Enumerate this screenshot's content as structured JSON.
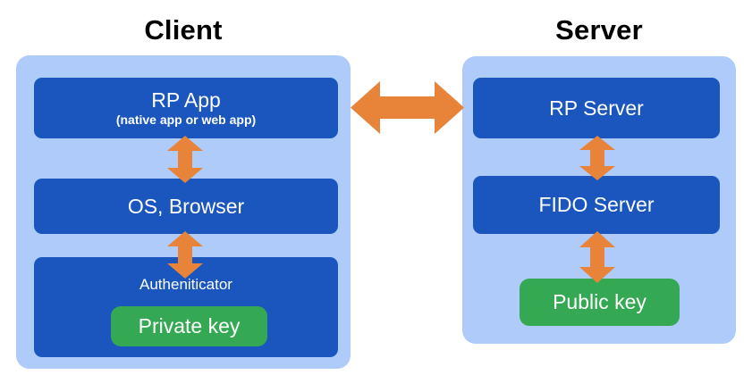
{
  "diagram": {
    "title_client": "Client",
    "title_server": "Server",
    "colors": {
      "panel_background": "#aecbfa",
      "block_fill": "#1a56bd",
      "key_fill": "#34a853",
      "arrow_fill": "#e8833a",
      "text_on_fill": "#ffffff",
      "heading": "#000000",
      "page_background": "#ffffff"
    },
    "client": {
      "panel_label": "Client",
      "blocks": [
        {
          "id": "rp-app",
          "primary": "RP App",
          "secondary": "(native app or web app)"
        },
        {
          "id": "os-browser",
          "primary": "OS, Browser",
          "secondary": ""
        },
        {
          "id": "authenticator",
          "primary": "Autheniticator",
          "secondary": ""
        }
      ],
      "key_chip": {
        "id": "private-key",
        "label": "Private key"
      }
    },
    "server": {
      "panel_label": "Server",
      "blocks": [
        {
          "id": "rp-server",
          "primary": "RP Server",
          "secondary": ""
        },
        {
          "id": "fido-server",
          "primary": "FIDO Server",
          "secondary": ""
        }
      ],
      "key_chip": {
        "id": "public-key",
        "label": "Public key"
      }
    },
    "arrows": [
      {
        "id": "client-rpapp-os",
        "direction": "bidirectional-vertical",
        "from": "RP App",
        "to": "OS, Browser"
      },
      {
        "id": "client-os-auth",
        "direction": "bidirectional-vertical",
        "from": "OS, Browser",
        "to": "Autheniticator"
      },
      {
        "id": "client-server",
        "direction": "bidirectional-horizontal",
        "from": "RP App",
        "to": "RP Server"
      },
      {
        "id": "server-rp-fido",
        "direction": "bidirectional-vertical",
        "from": "RP Server",
        "to": "FIDO Server"
      },
      {
        "id": "server-fido-key",
        "direction": "bidirectional-vertical",
        "from": "FIDO Server",
        "to": "Public key"
      }
    ]
  }
}
